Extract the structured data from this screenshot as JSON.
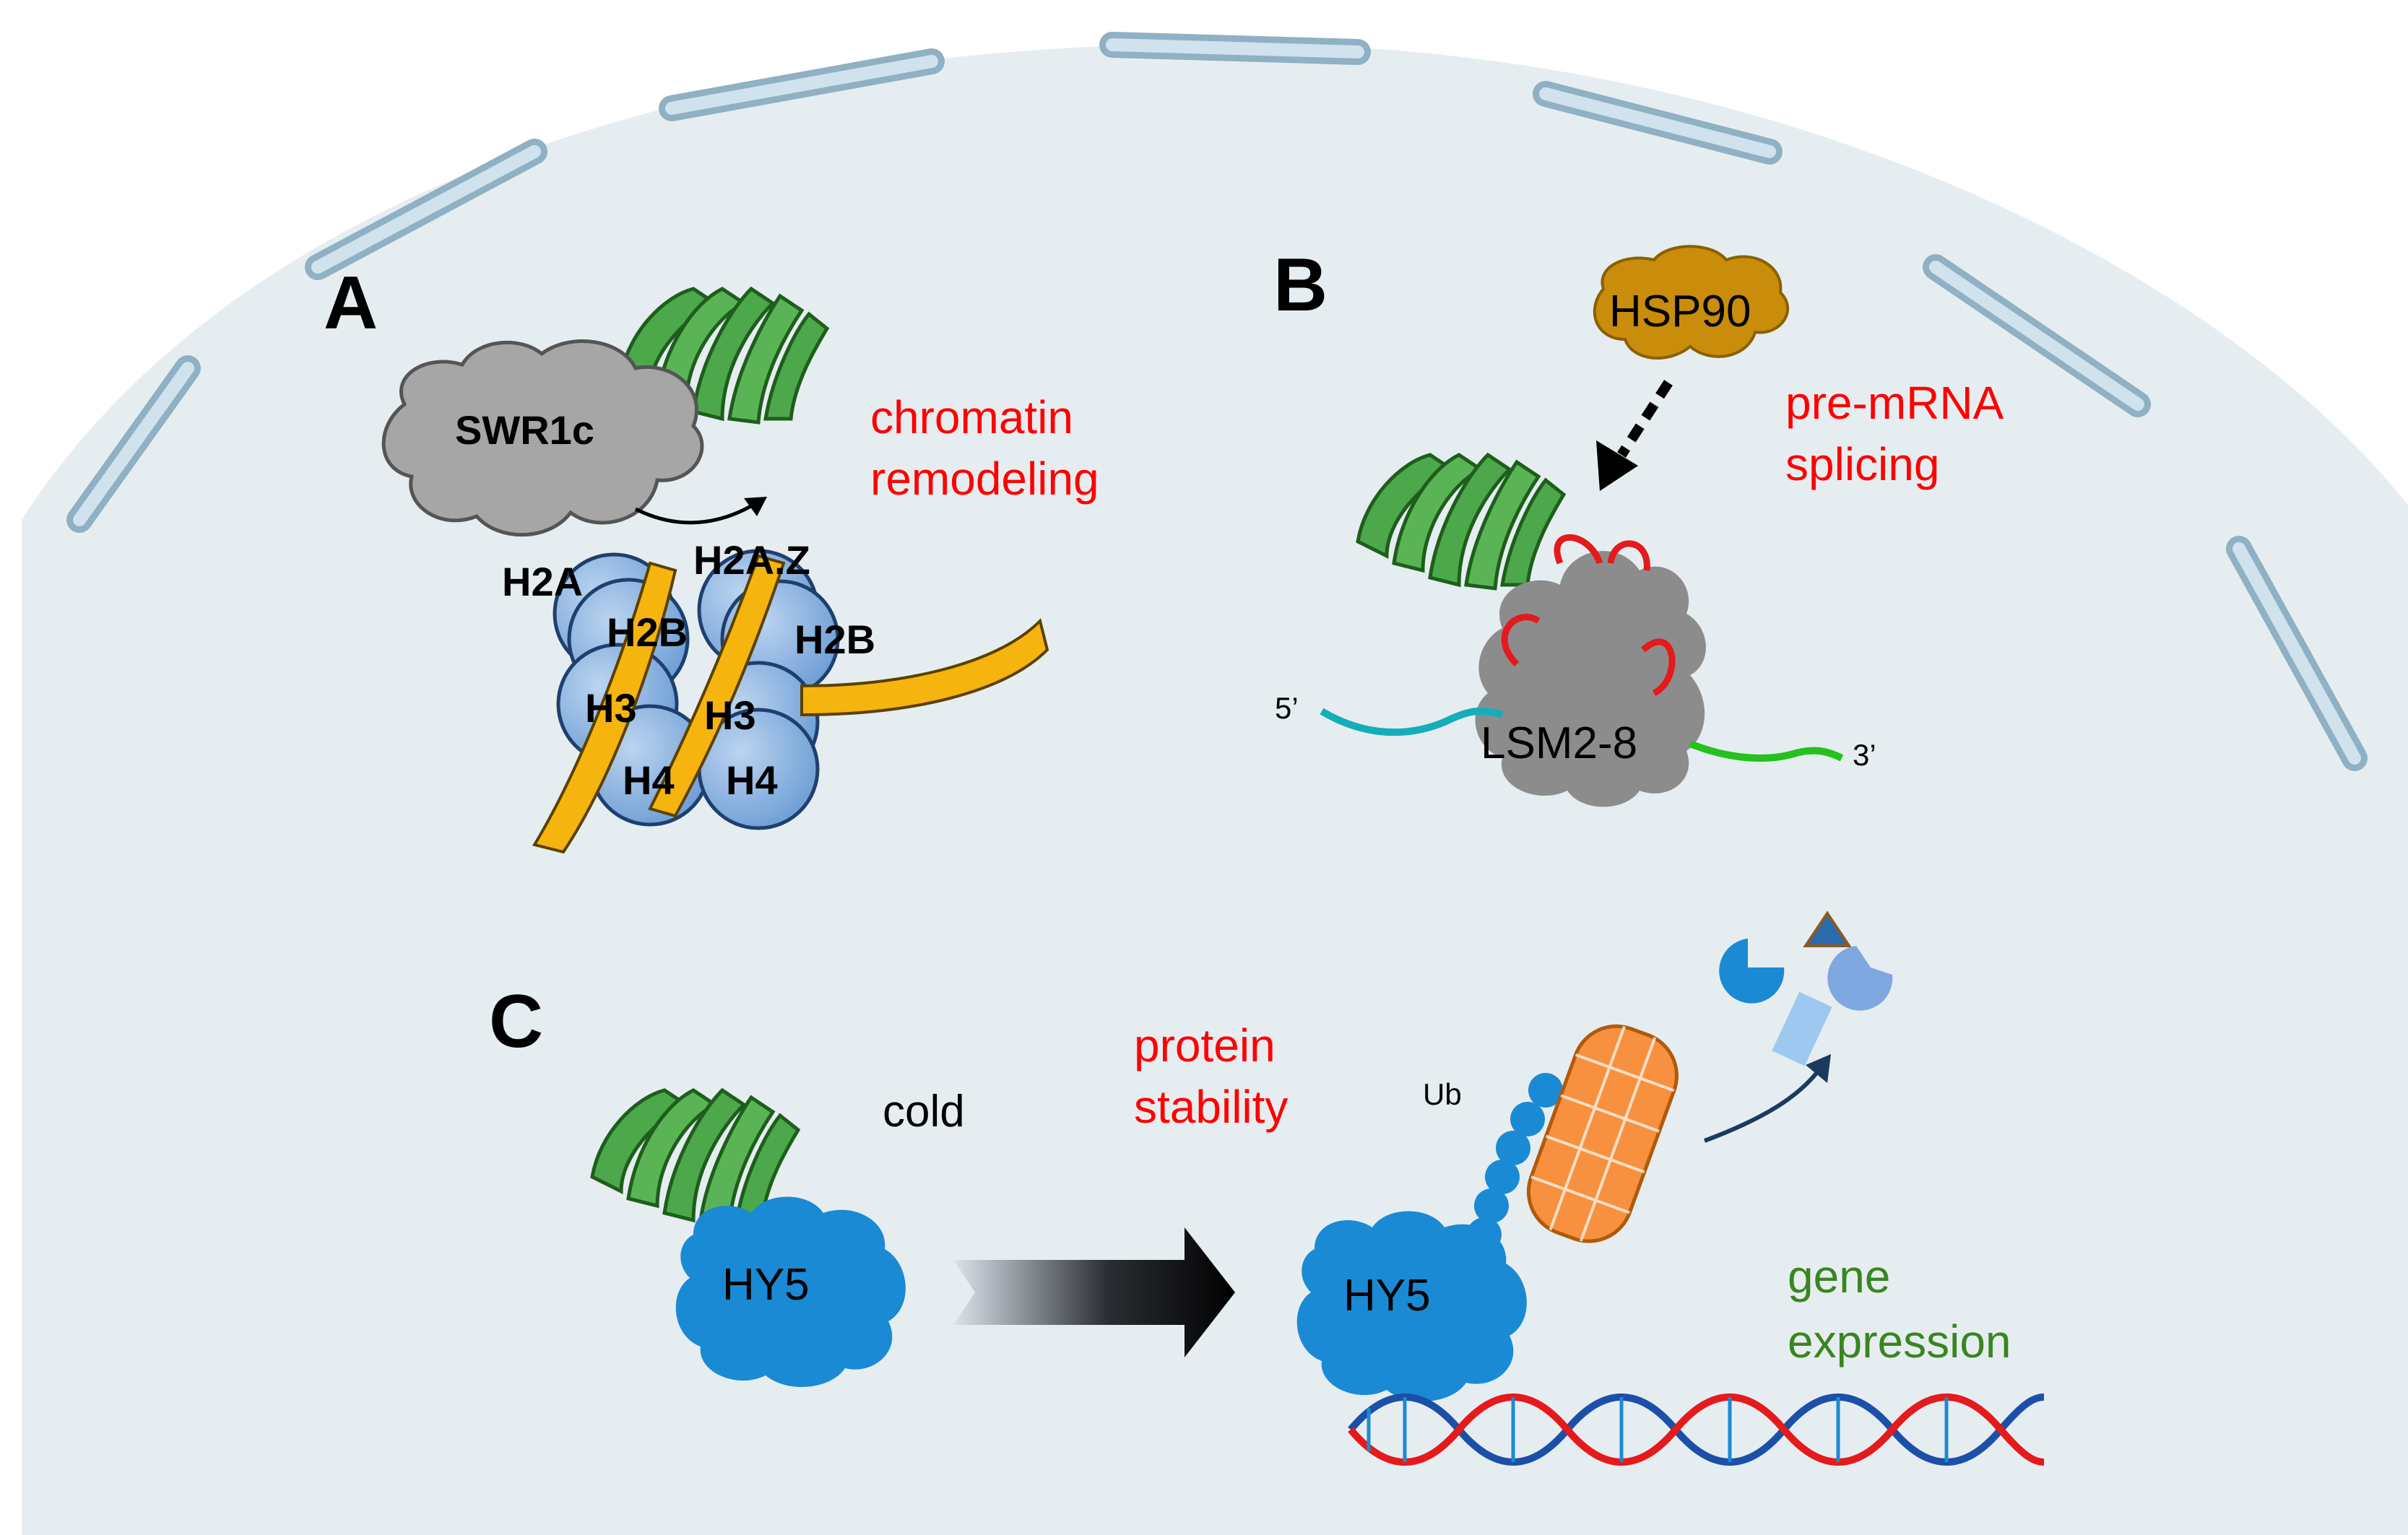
{
  "panels": {
    "a": {
      "letter": "A",
      "complex": "SWR1c",
      "process": [
        "chromatin",
        "remodeling"
      ],
      "histones": [
        "H2A",
        "H2A.Z",
        "H2B",
        "H2B",
        "H3",
        "H3",
        "H4",
        "H4"
      ]
    },
    "b": {
      "letter": "B",
      "chaperone": "HSP90",
      "complex": "LSM2-8",
      "process": [
        "pre-mRNA",
        "splicing"
      ],
      "rna_5": "5’",
      "rna_3": "3’"
    },
    "c": {
      "letter": "C",
      "protein_left": "HY5",
      "protein_right": "HY5",
      "condition": "cold",
      "ubiquitin": "Ub",
      "process": [
        "protein",
        "stability"
      ],
      "outcome": [
        "gene",
        "expression"
      ]
    }
  },
  "colors": {
    "nucleus_fill": "#e6edf1",
    "envelope": "#a9c3d3",
    "process_text": "#ff0000",
    "gene_expression_text": "#38861f",
    "chaperone_green": "#4ca84a",
    "histone_blue": "#8db4e2",
    "dna_ribbon": "#f6b40e",
    "hsp90": "#c98d0b",
    "hy5": "#1a8ad4",
    "proteasome": "#f7913f"
  },
  "icons": [
    "chaperone-icon",
    "cloud-complex-icon",
    "nucleosome-icon",
    "rna-strand-icon",
    "proteasome-icon",
    "dna-helix-icon",
    "gradient-arrow-icon",
    "peptide-fragments-icon"
  ]
}
